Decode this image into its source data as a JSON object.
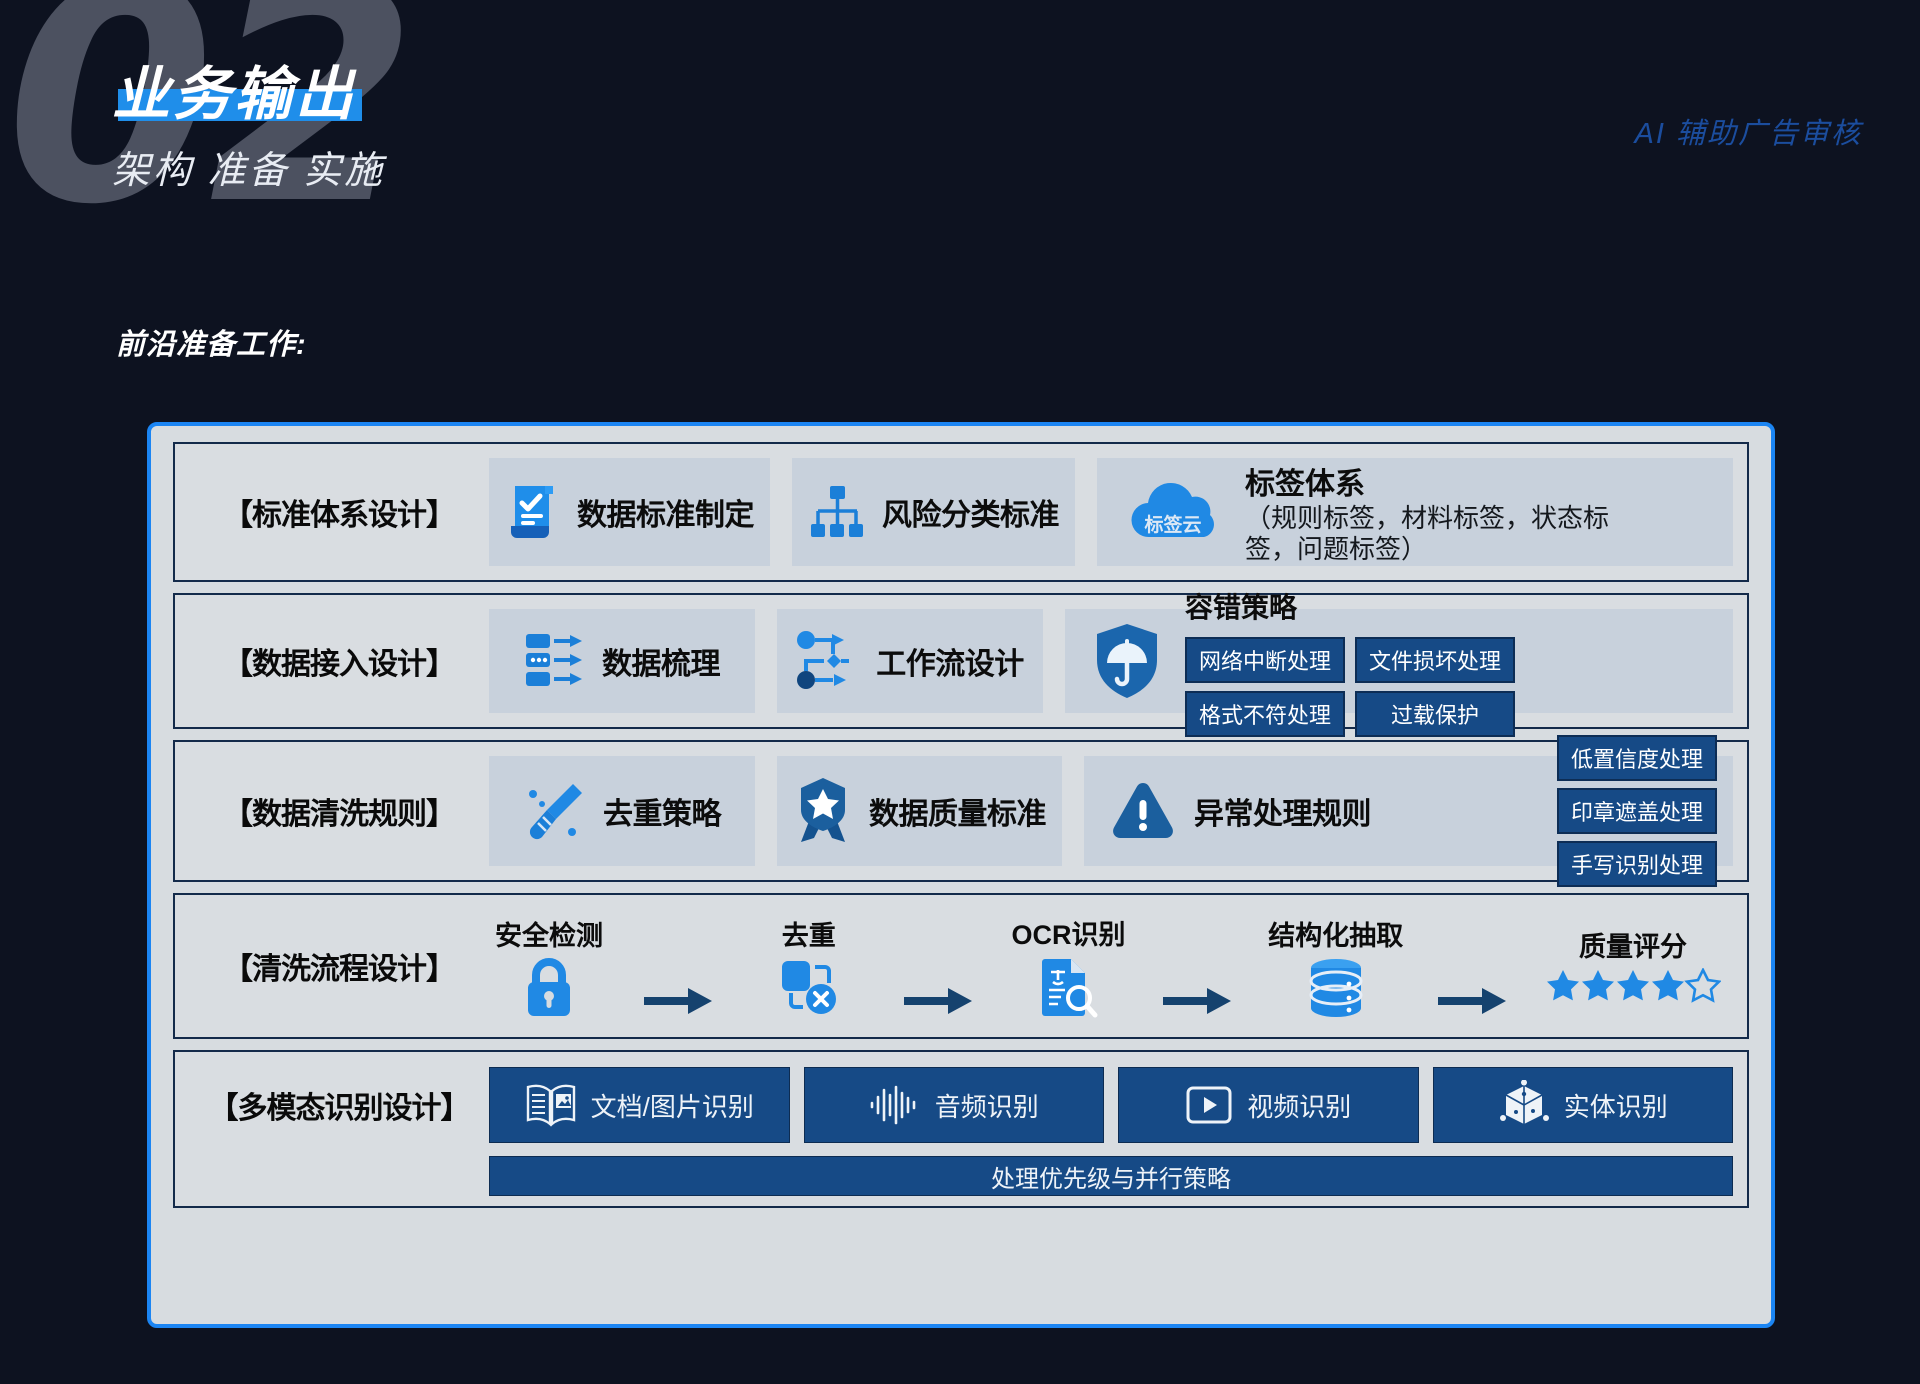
{
  "header": {
    "watermark": "02",
    "title": "业务输出",
    "subtitle": "架构 准备 实施",
    "corner_label": "AI 辅助广告审核",
    "section_label": "前沿准备工作:",
    "accent_color": "#1f8eea",
    "corner_color": "#1b4d9e",
    "background_color": "#0d1220"
  },
  "panel": {
    "border_color": "#1b85f3",
    "background_color": "#d7dce0",
    "tile_color": "#c8d1dc",
    "chip_color": "#164a86",
    "rows": [
      {
        "label": "【标准体系设计】",
        "items": [
          {
            "icon": "document-check-icon",
            "label": "数据标准制定"
          },
          {
            "icon": "org-tree-icon",
            "label": "风险分类标准"
          },
          {
            "icon": "tag-cloud-icon",
            "icon_text": "标签云",
            "title": "标签体系",
            "subtitle": "（规则标签，材料标签，状态标签，问题标签）"
          }
        ]
      },
      {
        "label": "【数据接入设计】",
        "items": [
          {
            "icon": "data-transfer-icon",
            "label": "数据梳理"
          },
          {
            "icon": "workflow-icon",
            "label": "工作流设计"
          },
          {
            "icon": "shield-umbrella-icon",
            "title": "容错策略",
            "chips": [
              "网络中断处理",
              "文件损坏处理",
              "格式不符处理",
              "过载保护"
            ]
          }
        ]
      },
      {
        "label": "【数据清洗规则】",
        "items": [
          {
            "icon": "broom-icon",
            "label": "去重策略"
          },
          {
            "icon": "quality-badge-icon",
            "label": "数据质量标准"
          },
          {
            "icon": "warning-triangle-icon",
            "label": "异常处理规则",
            "chips": [
              "低置信度处理",
              "印章遮盖处理",
              "手写识别处理"
            ]
          }
        ]
      },
      {
        "label": "【清洗流程设计】",
        "flow": [
          {
            "icon": "lock-icon",
            "label": "安全检测"
          },
          {
            "icon": "dedupe-icon",
            "label": "去重"
          },
          {
            "icon": "ocr-document-icon",
            "label": "OCR识别"
          },
          {
            "icon": "database-icon",
            "label": "结构化抽取"
          },
          {
            "icon": "star-rating-icon",
            "label": "质量评分",
            "stars_filled": 4,
            "stars_total": 5
          }
        ]
      },
      {
        "label": "【多模态识别设计】",
        "modal_items": [
          {
            "icon": "book-image-icon",
            "label": "文档/图片识别"
          },
          {
            "icon": "audio-wave-icon",
            "label": "音频识别"
          },
          {
            "icon": "video-play-icon",
            "label": "视频识别"
          },
          {
            "icon": "cube-entity-icon",
            "label": "实体识别"
          }
        ],
        "bottom_bar": "处理优先级与并行策略"
      }
    ]
  }
}
